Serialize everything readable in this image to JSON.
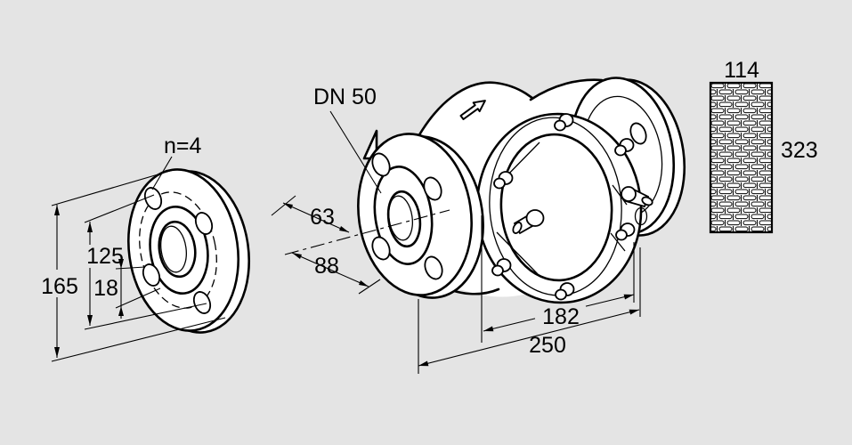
{
  "canvas": {
    "background": "#e4e4e4",
    "line_color": "#000000"
  },
  "drawing": {
    "description": "flanged-strainer-valve-dimension-drawing",
    "labels": {
      "bolt_count": "n=4",
      "flange_outer_diameter": "165",
      "bolt_circle_diameter": "125",
      "bolt_hole_diameter": "18",
      "nominal_diameter": "DN 50",
      "flange_to_center": "63",
      "center_to_body": "88",
      "body_length": "182",
      "overall_length": "250",
      "screen_width": "114",
      "screen_length": "323"
    }
  }
}
